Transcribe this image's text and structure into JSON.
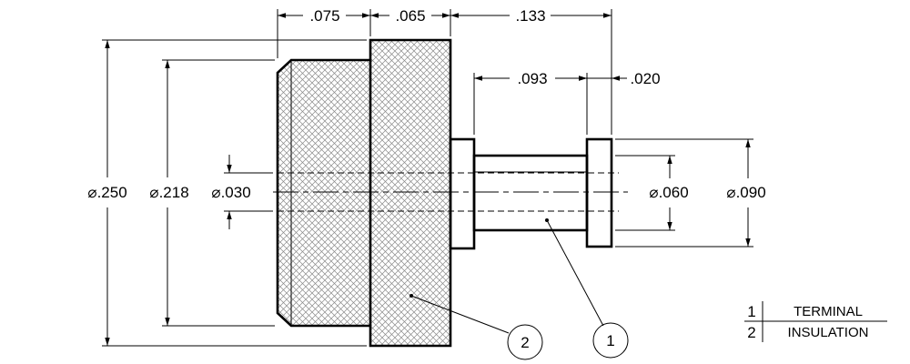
{
  "dimensions": {
    "len_flange": ".075",
    "len_insulation": ".065",
    "len_terminal": ".133",
    "len_shank": ".093",
    "len_head": ".020",
    "dia_outer": "⌀.250",
    "dia_flange": "⌀.218",
    "dia_hole": "⌀.030",
    "dia_shank": "⌀.060",
    "dia_head": "⌀.090"
  },
  "balloons": [
    {
      "number": "2"
    },
    {
      "number": "1"
    }
  ],
  "bom": {
    "rows": [
      {
        "item": "1",
        "description": "TERMINAL"
      },
      {
        "item": "2",
        "description": "INSULATION"
      }
    ]
  }
}
